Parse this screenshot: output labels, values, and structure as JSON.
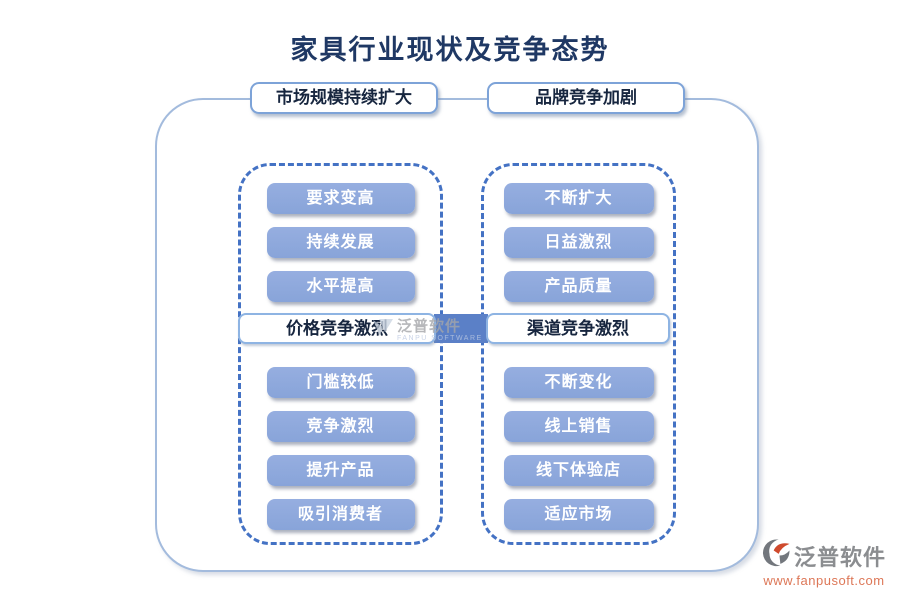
{
  "title": "家具行业现状及竞争态势",
  "colors": {
    "title_text": "#1f3864",
    "container_border": "#a3bbdd",
    "dashed_border": "#4472c4",
    "button_bg": "#8da9dc",
    "button_text": "#ffffff",
    "connector": "#5b80c7",
    "logo_name_text": "#8b8d90",
    "logo_url_text": "#dd7757"
  },
  "top_labels": [
    {
      "text": "市场规模持续扩大"
    },
    {
      "text": "品牌竞争加剧"
    }
  ],
  "left_group": {
    "top_items": [
      "要求变高",
      "持续发展",
      "水平提高"
    ],
    "mid_label": "价格竞争激烈",
    "bottom_items": [
      "门槛较低",
      "竞争激烈",
      "提升产品",
      "吸引消费者"
    ]
  },
  "right_group": {
    "top_items": [
      "不断扩大",
      "日益激烈",
      "产品质量"
    ],
    "mid_label": "渠道竞争激烈",
    "bottom_items": [
      "不断变化",
      "线上销售",
      "线下体验店",
      "适应市场"
    ]
  },
  "watermark": {
    "icon": "fanpu-watermark-check-icon",
    "name": "泛普软件",
    "sub": "FANPU SOFTWARE"
  },
  "logo": {
    "icon": "fanpu-pinwheel-icon",
    "name": "泛普软件",
    "url": "www.fanpusoft.com"
  }
}
